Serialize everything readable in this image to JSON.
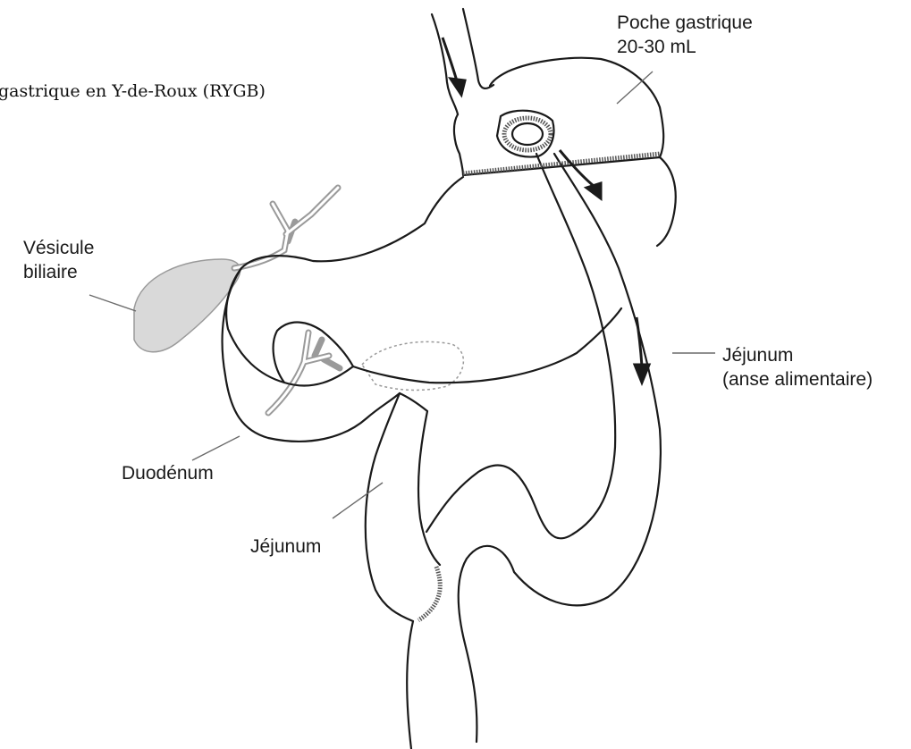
{
  "title": "gastrique en Y-de-Roux (RYGB)",
  "labels": {
    "pouch_line1": "Poche gastrique",
    "pouch_line2": "20-30 mL",
    "gallbladder_line1": "Vésicule",
    "gallbladder_line2": "biliaire",
    "alimentary_line1": "Jéjunum",
    "alimentary_line2": "(anse alimentaire)",
    "duodenum": "Duodénum",
    "jejunum": "Jéjunum"
  },
  "colors": {
    "outline": "#1a1a1a",
    "gallbladder_fill": "#d9d9d9",
    "gallbladder_stroke": "#9a9a9a",
    "background": "#ffffff"
  }
}
